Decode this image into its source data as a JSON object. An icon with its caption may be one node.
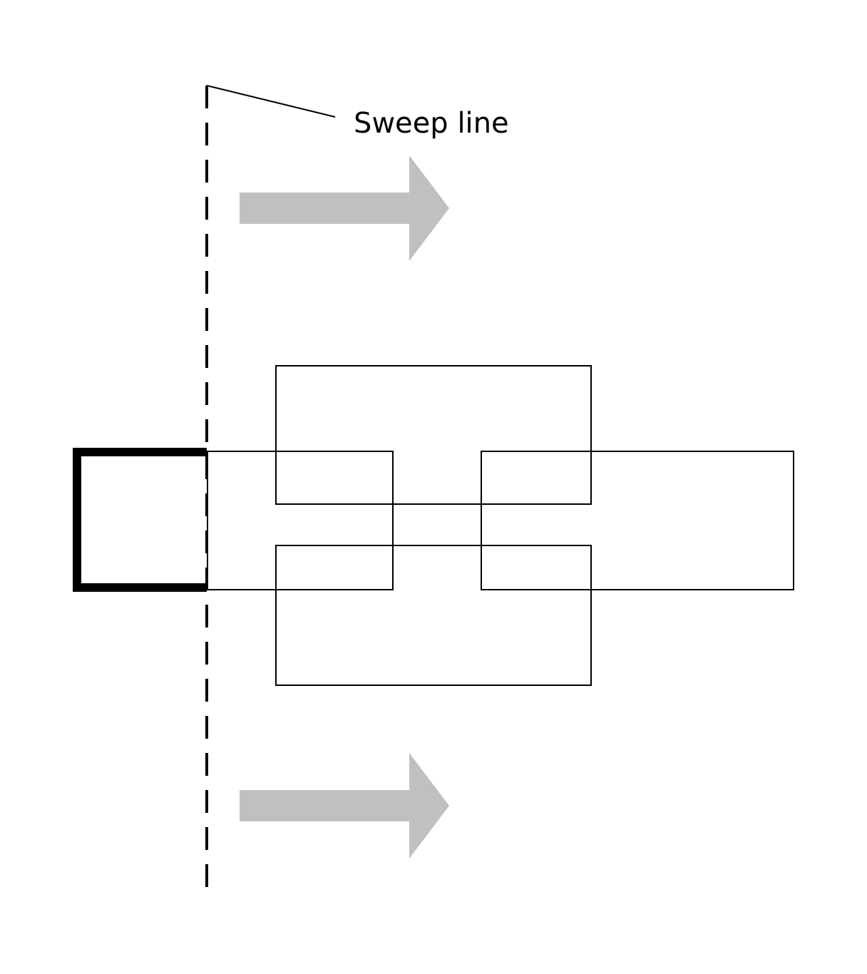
{
  "diagram": {
    "nodes": [
      {
        "text": [
          "Sweep line"
        ]
      },
      {
        "text": [],
        "shape": "line"
      }
    ],
    "edges": [
      {
        "from": 0,
        "to": 1,
        "arrow": "none"
      }
    ]
  }
}
